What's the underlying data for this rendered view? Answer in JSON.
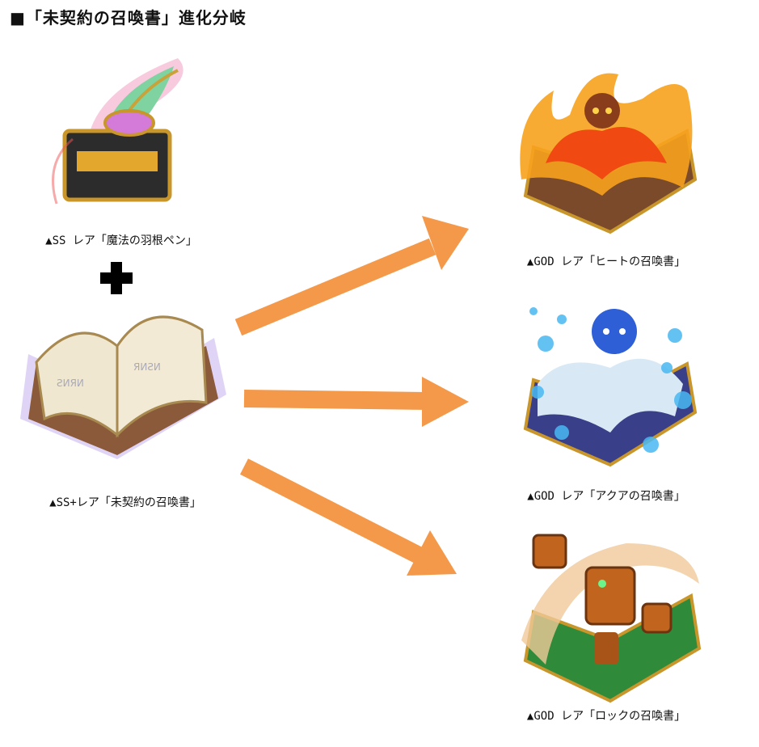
{
  "title": "■「未契約の召喚書」進化分岐",
  "sources": [
    {
      "label": "▲SS レア「魔法の羽根ペン」",
      "icon": "quill-inkwell-illustration"
    },
    {
      "label": "▲SS+レア「未契約の召喚書」",
      "icon": "summoning-book-illustration"
    }
  ],
  "combine_icon": "plus-icon",
  "results": [
    {
      "label": "▲GOD レア「ヒートの召喚書」",
      "icon": "fire-summoning-book-illustration",
      "color": "#f26b1d"
    },
    {
      "label": "▲GOD レア「アクアの召喚書」",
      "icon": "water-summoning-book-illustration",
      "color": "#2b8fe0"
    },
    {
      "label": "▲GOD レア「ロックの召喚書」",
      "icon": "rock-summoning-book-illustration",
      "color": "#b8651e"
    }
  ],
  "colors": {
    "arrow": "#f4994a"
  }
}
